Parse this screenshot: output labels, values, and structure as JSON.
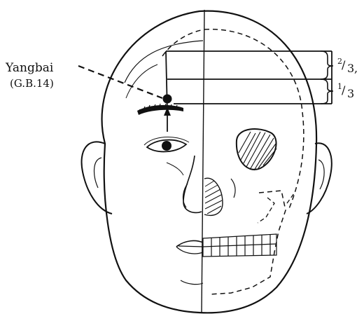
{
  "acupoint": {
    "name": "Yangbai",
    "code": "(G.B.14)"
  },
  "proportions": {
    "upper": {
      "numerator": "2",
      "denominator": "3",
      "suffix": ","
    },
    "lower": {
      "numerator": "1",
      "denominator": "3"
    }
  },
  "colors": {
    "ink": "#111111",
    "background": "#ffffff"
  }
}
